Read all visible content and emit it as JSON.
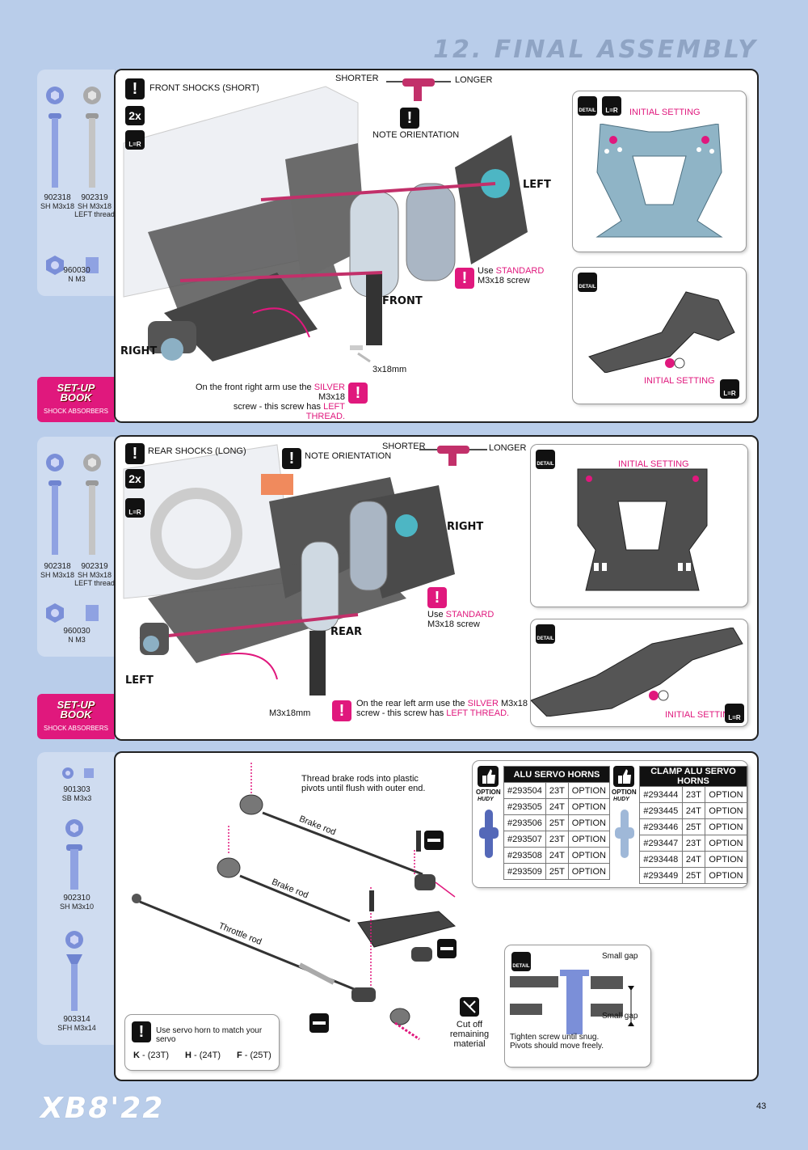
{
  "page": {
    "title": "12. FINAL ASSEMBLY",
    "logo": "XB8'22",
    "number": "43"
  },
  "parts_front": [
    {
      "code": "902318",
      "desc": "SH M3x18"
    },
    {
      "code": "902319",
      "desc": "SH M3x18",
      "extra": "LEFT thread"
    },
    {
      "code": "960030",
      "desc": "N M3"
    }
  ],
  "parts_rear": [
    {
      "code": "902318",
      "desc": "SH M3x18"
    },
    {
      "code": "902319",
      "desc": "SH M3x18",
      "extra": "LEFT thread"
    },
    {
      "code": "960030",
      "desc": "N M3"
    }
  ],
  "parts_servo": [
    {
      "code": "901303",
      "desc": "SB M3x3"
    },
    {
      "code": "902310",
      "desc": "SH M3x10"
    },
    {
      "code": "903314",
      "desc": "SFH M3x14"
    }
  ],
  "setup_book": {
    "title1": "SET-UP",
    "title2": "BOOK",
    "sub": "SHOCK ABSORBERS"
  },
  "icons": {
    "warn": "!",
    "twox": "2x",
    "lr": "L=R",
    "detail": "DETAIL",
    "option": "OPTION",
    "hudy": "HUDY"
  },
  "front": {
    "title": "FRONT SHOCKS (SHORT)",
    "shorter": "SHORTER",
    "longer": "LONGER",
    "note": "NOTE ORIENTATION",
    "left": "LEFT",
    "right": "RIGHT",
    "front": "FRONT",
    "use": "Use ",
    "standard": "STANDARD",
    "screw": "M3x18 screw",
    "size": "3x18mm",
    "note_a": "On the front right arm use the ",
    "silver": "SILVER",
    "note_b": " M3x18",
    "note_c": "screw - this screw has ",
    "left_thread": "LEFT THREAD.",
    "initial_setting": "INITIAL SETTING"
  },
  "rear": {
    "title": "REAR SHOCKS (LONG)",
    "shorter": "SHORTER",
    "longer": "LONGER",
    "note": "NOTE ORIENTATION",
    "right": "RIGHT",
    "rear": "REAR",
    "left": "LEFT",
    "use": "Use ",
    "standard": "STANDARD",
    "screw": "M3x18 screw",
    "size": "M3x18mm",
    "note_a": "On the rear left arm use the ",
    "silver": "SILVER",
    "note_b": " M3x18",
    "note_c": "screw - this screw has ",
    "left_thread": "LEFT THREAD.",
    "initial_setting": "INITIAL SETTING"
  },
  "servo": {
    "thread_note_1": "Thread brake rods into plastic",
    "thread_note_2": "pivots until flush with outer end.",
    "brake_rod": "Brake rod",
    "throttle_rod": "Throttle rod",
    "cut_1": "Cut off",
    "cut_2": "remaining",
    "cut_3": "material",
    "small_gap": "Small gap",
    "tighten_1": "Tighten screw until snug.",
    "tighten_2": "Pivots should move freely.",
    "match": "Use servo horn to match your servo",
    "k": "K",
    "k_val": " - (23T)",
    "h": "H",
    "h_val": " - (24T)",
    "f": "F",
    "f_val": " - (25T)"
  },
  "alu_horns": {
    "title": "ALU SERVO HORNS",
    "rows": [
      [
        "#293504",
        "23T",
        "OPTION"
      ],
      [
        "#293505",
        "24T",
        "OPTION"
      ],
      [
        "#293506",
        "25T",
        "OPTION"
      ],
      [
        "#293507",
        "23T",
        "OPTION"
      ],
      [
        "#293508",
        "24T",
        "OPTION"
      ],
      [
        "#293509",
        "25T",
        "OPTION"
      ]
    ]
  },
  "clamp_horns": {
    "title": "CLAMP ALU SERVO HORNS",
    "rows": [
      [
        "#293444",
        "23T",
        "OPTION"
      ],
      [
        "#293445",
        "24T",
        "OPTION"
      ],
      [
        "#293446",
        "25T",
        "OPTION"
      ],
      [
        "#293447",
        "23T",
        "OPTION"
      ],
      [
        "#293448",
        "24T",
        "OPTION"
      ],
      [
        "#293449",
        "25T",
        "OPTION"
      ]
    ]
  },
  "colors": {
    "accent": "#e0187d",
    "background": "#b9cdea",
    "part_blue": "#7b8fd8"
  }
}
